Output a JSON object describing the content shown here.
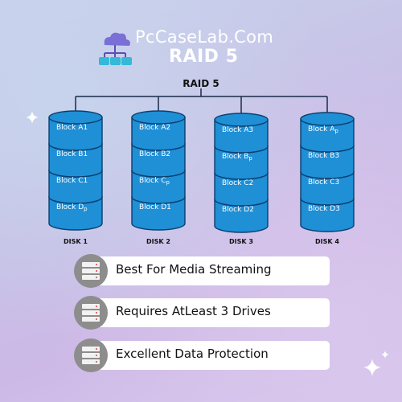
{
  "header": {
    "brand": "PcCaseLab.Com",
    "title": "RAID 5",
    "brand_icon": "cloud-network-icon"
  },
  "diagram": {
    "title": "RAID 5",
    "disks": [
      {
        "label": "DISK 1",
        "blocks": [
          {
            "text": "Block A1",
            "sub": ""
          },
          {
            "text": "Block B1",
            "sub": ""
          },
          {
            "text": "Block C1",
            "sub": ""
          },
          {
            "text": "Block D",
            "sub": "p"
          }
        ]
      },
      {
        "label": "DISK 2",
        "blocks": [
          {
            "text": "Block A2",
            "sub": ""
          },
          {
            "text": "Block B2",
            "sub": ""
          },
          {
            "text": "Block C",
            "sub": "p"
          },
          {
            "text": "Block D1",
            "sub": ""
          }
        ]
      },
      {
        "label": "DISK 3",
        "blocks": [
          {
            "text": "Block A3",
            "sub": ""
          },
          {
            "text": "Block B",
            "sub": "p"
          },
          {
            "text": "Block C2",
            "sub": ""
          },
          {
            "text": "Block D2",
            "sub": ""
          }
        ]
      },
      {
        "label": "DISK 4",
        "blocks": [
          {
            "text": "Block A",
            "sub": "p"
          },
          {
            "text": "Block B3",
            "sub": ""
          },
          {
            "text": "Block C3",
            "sub": ""
          },
          {
            "text": "Block D3",
            "sub": ""
          }
        ]
      }
    ],
    "colors": {
      "cylinder": "#1f8fd6",
      "cylinder_edge": "#0b3f6e",
      "connector": "#1a2a4a"
    }
  },
  "features": [
    {
      "text": "Best For Media Streaming",
      "icon": "server-rack-icon"
    },
    {
      "text": "Requires AtLeast 3 Drives",
      "icon": "server-rack-icon"
    },
    {
      "text": "Excellent Data Protection",
      "icon": "server-rack-icon"
    }
  ]
}
